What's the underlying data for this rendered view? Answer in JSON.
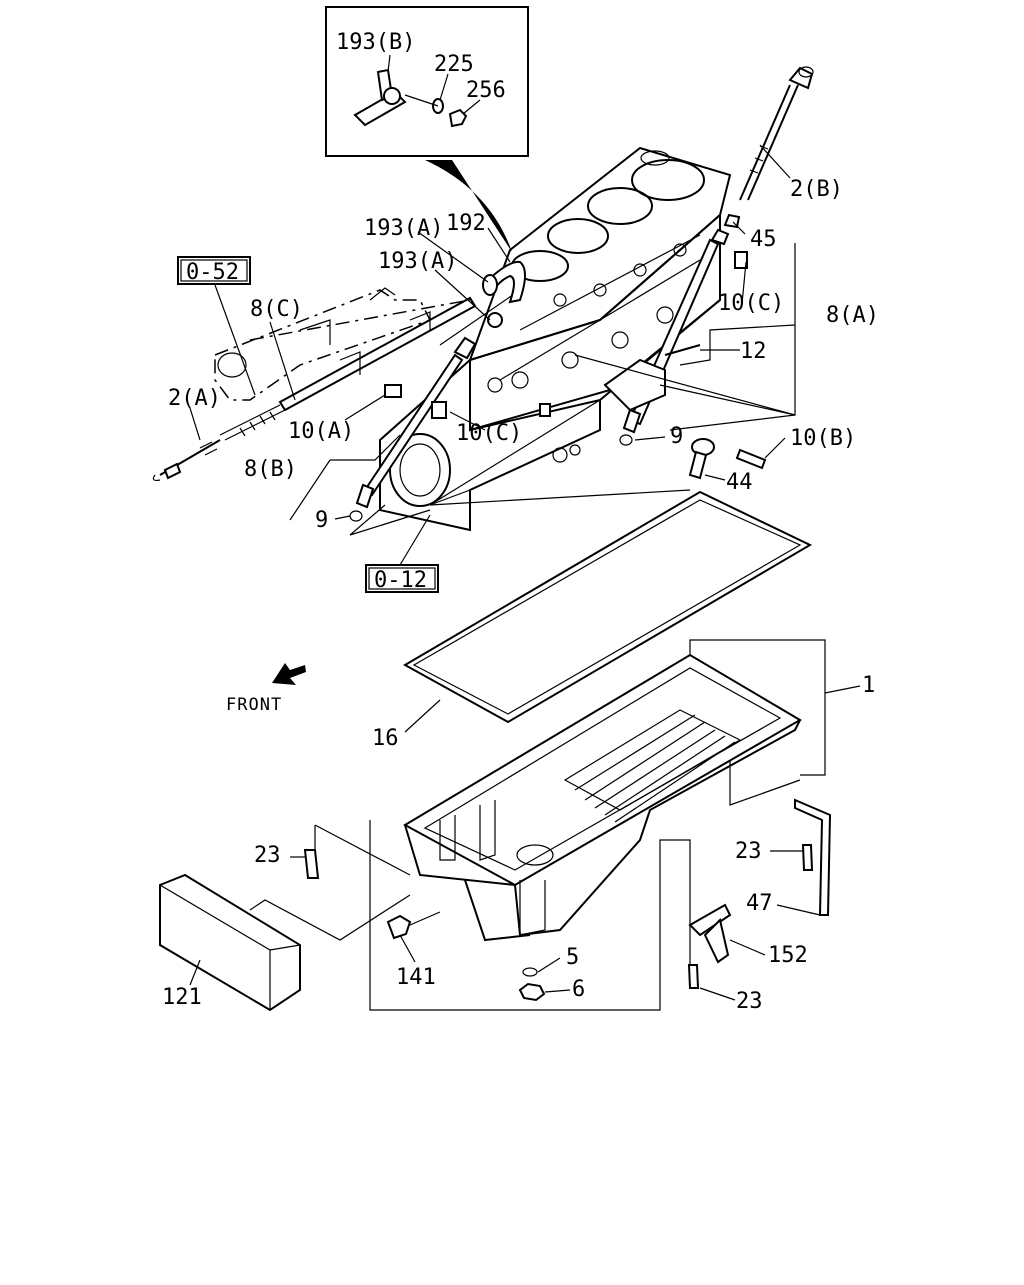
{
  "diagram": {
    "inset": {
      "labels": [
        "193(B)",
        "225",
        "256"
      ]
    },
    "refs": {
      "engine_ref": "0-52",
      "block_ref": "0-12"
    },
    "front_label": "FRONT",
    "callouts": {
      "c_2b": "2(B)",
      "c_45": "45",
      "c_193a_1": "193(A)",
      "c_192": "192",
      "c_193a_2": "193(A)",
      "c_10c_1": "10(C)",
      "c_8a": "8(A)",
      "c_8c": "8(C)",
      "c_12": "12",
      "c_2a": "2(A)",
      "c_10a": "10(A)",
      "c_10c_2": "10(C)",
      "c_9_1": "9",
      "c_10b": "10(B)",
      "c_8b": "8(B)",
      "c_44": "44",
      "c_9_2": "9",
      "c_1": "1",
      "c_16": "16",
      "c_23_1": "23",
      "c_23_2": "23",
      "c_47": "47",
      "c_152": "152",
      "c_5": "5",
      "c_6": "6",
      "c_141": "141",
      "c_121": "121",
      "c_23_3": "23"
    }
  }
}
